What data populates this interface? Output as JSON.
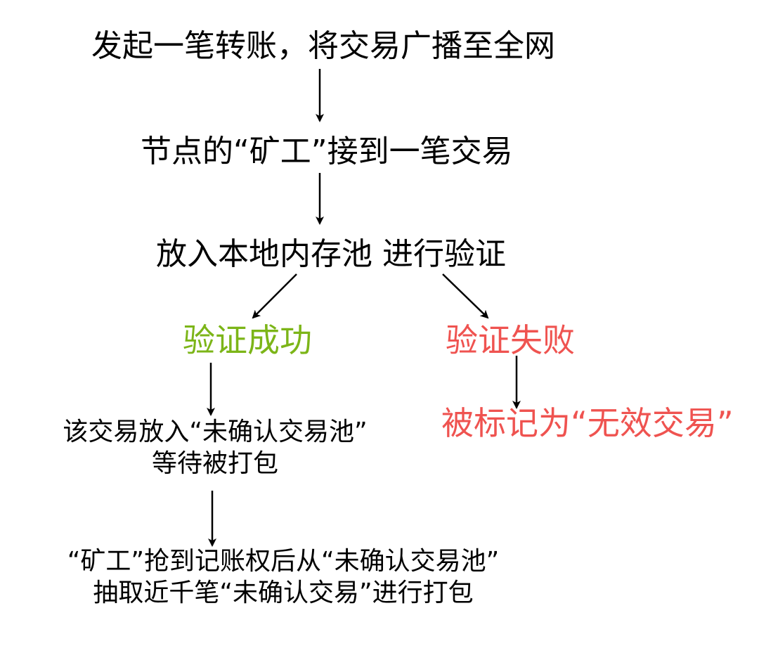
{
  "colors": {
    "text": "#000000",
    "success": "#7cb518",
    "failure": "#ef5350",
    "arrow": "#000000"
  },
  "nodes": {
    "broadcast": "发起一笔转账，将交易广播至全网",
    "miner_receives": "节点的“矿工”接到一笔交易",
    "mempool_verify": "放入本地内存池 进行验证",
    "verify_success": "验证成功",
    "verify_fail": "验证失败",
    "unconfirmed_pool": {
      "line1": "该交易放入“未确认交易池”",
      "line2": "等待被打包"
    },
    "mark_invalid": "被标记为“无效交易”",
    "packaging": {
      "line1": "“矿工”抢到记账权后从“未确认交易池”",
      "line2": "抽取近千笔“未确认交易”进行打包"
    }
  }
}
